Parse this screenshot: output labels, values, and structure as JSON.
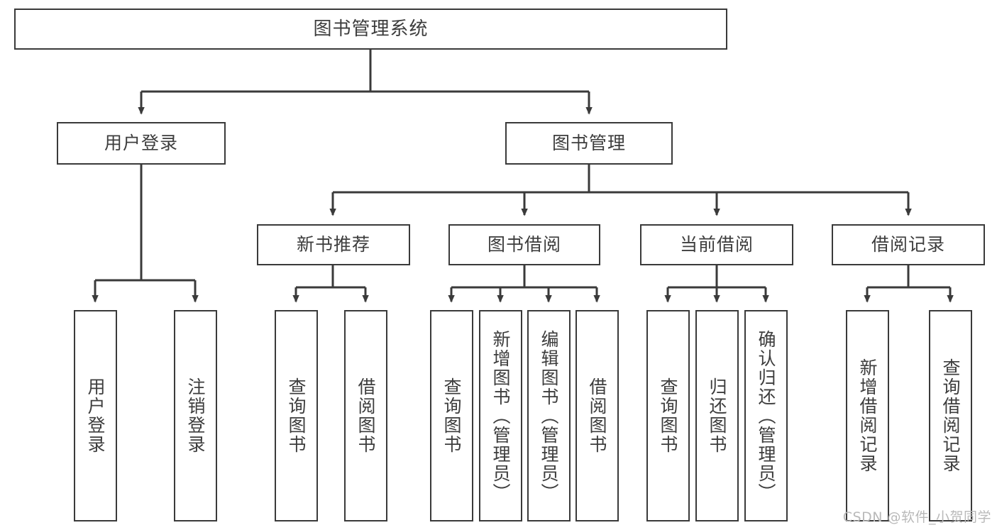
{
  "diagram": {
    "title_node": {
      "label": "图书管理系统"
    },
    "level1": [
      {
        "id": "user-login",
        "label": "用户登录"
      },
      {
        "id": "book-manage",
        "label": "图书管理"
      }
    ],
    "level2": [
      {
        "id": "new-book-recommend",
        "label": "新书推荐"
      },
      {
        "id": "book-borrow",
        "label": "图书借阅"
      },
      {
        "id": "current-borrow",
        "label": "当前借阅"
      },
      {
        "id": "borrow-record",
        "label": "借阅记录"
      }
    ],
    "leaves": [
      {
        "id": "leaf-user-login",
        "label": "用户登录"
      },
      {
        "id": "leaf-logout-login",
        "label": "注销登录"
      },
      {
        "id": "leaf-query-book-1",
        "label": "查询图书"
      },
      {
        "id": "leaf-borrow-book-1",
        "label": "借阅图书"
      },
      {
        "id": "leaf-query-book-2",
        "label": "查询图书"
      },
      {
        "id": "leaf-add-book-admin",
        "label": "新增图书（管理员）"
      },
      {
        "id": "leaf-edit-book-admin",
        "label": "编辑图书（管理员）"
      },
      {
        "id": "leaf-borrow-book-2",
        "label": "借阅图书"
      },
      {
        "id": "leaf-query-book-3",
        "label": "查询图书"
      },
      {
        "id": "leaf-return-book",
        "label": "归还图书"
      },
      {
        "id": "leaf-confirm-return-admin",
        "label": "确认归还（管理员）"
      },
      {
        "id": "leaf-add-borrow-record",
        "label": "新增借阅记录"
      },
      {
        "id": "leaf-query-borrow-record",
        "label": "查询借阅记录"
      }
    ],
    "watermark": "CSDN @软件_小贺同学",
    "colors": {
      "stroke": "#3a3a3a",
      "text": "#3d3d3d",
      "background": "#ffffff",
      "watermark": "#b9b9b9"
    }
  }
}
